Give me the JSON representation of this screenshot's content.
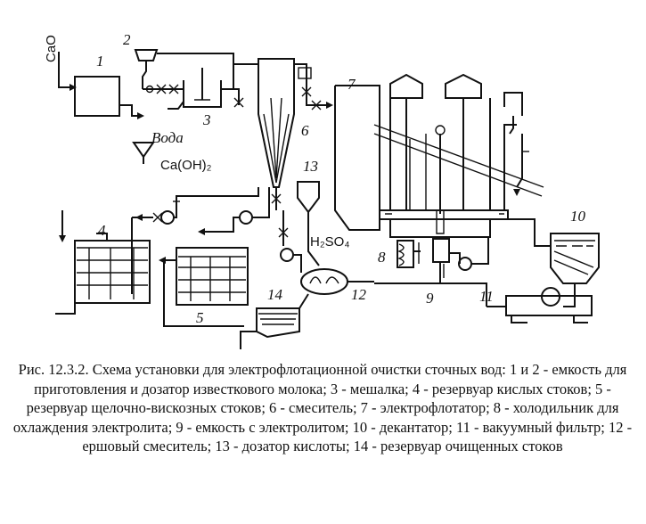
{
  "diagram": {
    "labels": {
      "n1": "1",
      "n2": "2",
      "n3": "3",
      "n4": "4",
      "n5": "5",
      "n6": "6",
      "n7": "7",
      "n8": "8",
      "n9": "9",
      "n10": "10",
      "n11": "11",
      "n12": "12",
      "n13": "13",
      "n14": "14"
    },
    "chemicals": {
      "cao": "CaO",
      "water": "Вода",
      "lime_milk": "Ca(OH)₂",
      "acid": "H₂SO₄"
    }
  },
  "caption": {
    "text": "Рис. 12.3.2. Схема установки для электрофлотационной очистки сточных вод: 1 и 2 - емкость для приготовления и дозатор известкового молока; 3 - мешалка; 4 - резервуар кислых стоков; 5 - резервуар щелочно-вискозных стоков; 6 - смеситель; 7 - электрофлотатор; 8 - холодильник для охлаждения электролита; 9 - емкость с электролитом; 10 - декантатор; 11 - вакуумный фильтр; 12 - ершовый смеситель; 13 - дозатор кислоты; 14 - резервуар очищенных стоков"
  }
}
